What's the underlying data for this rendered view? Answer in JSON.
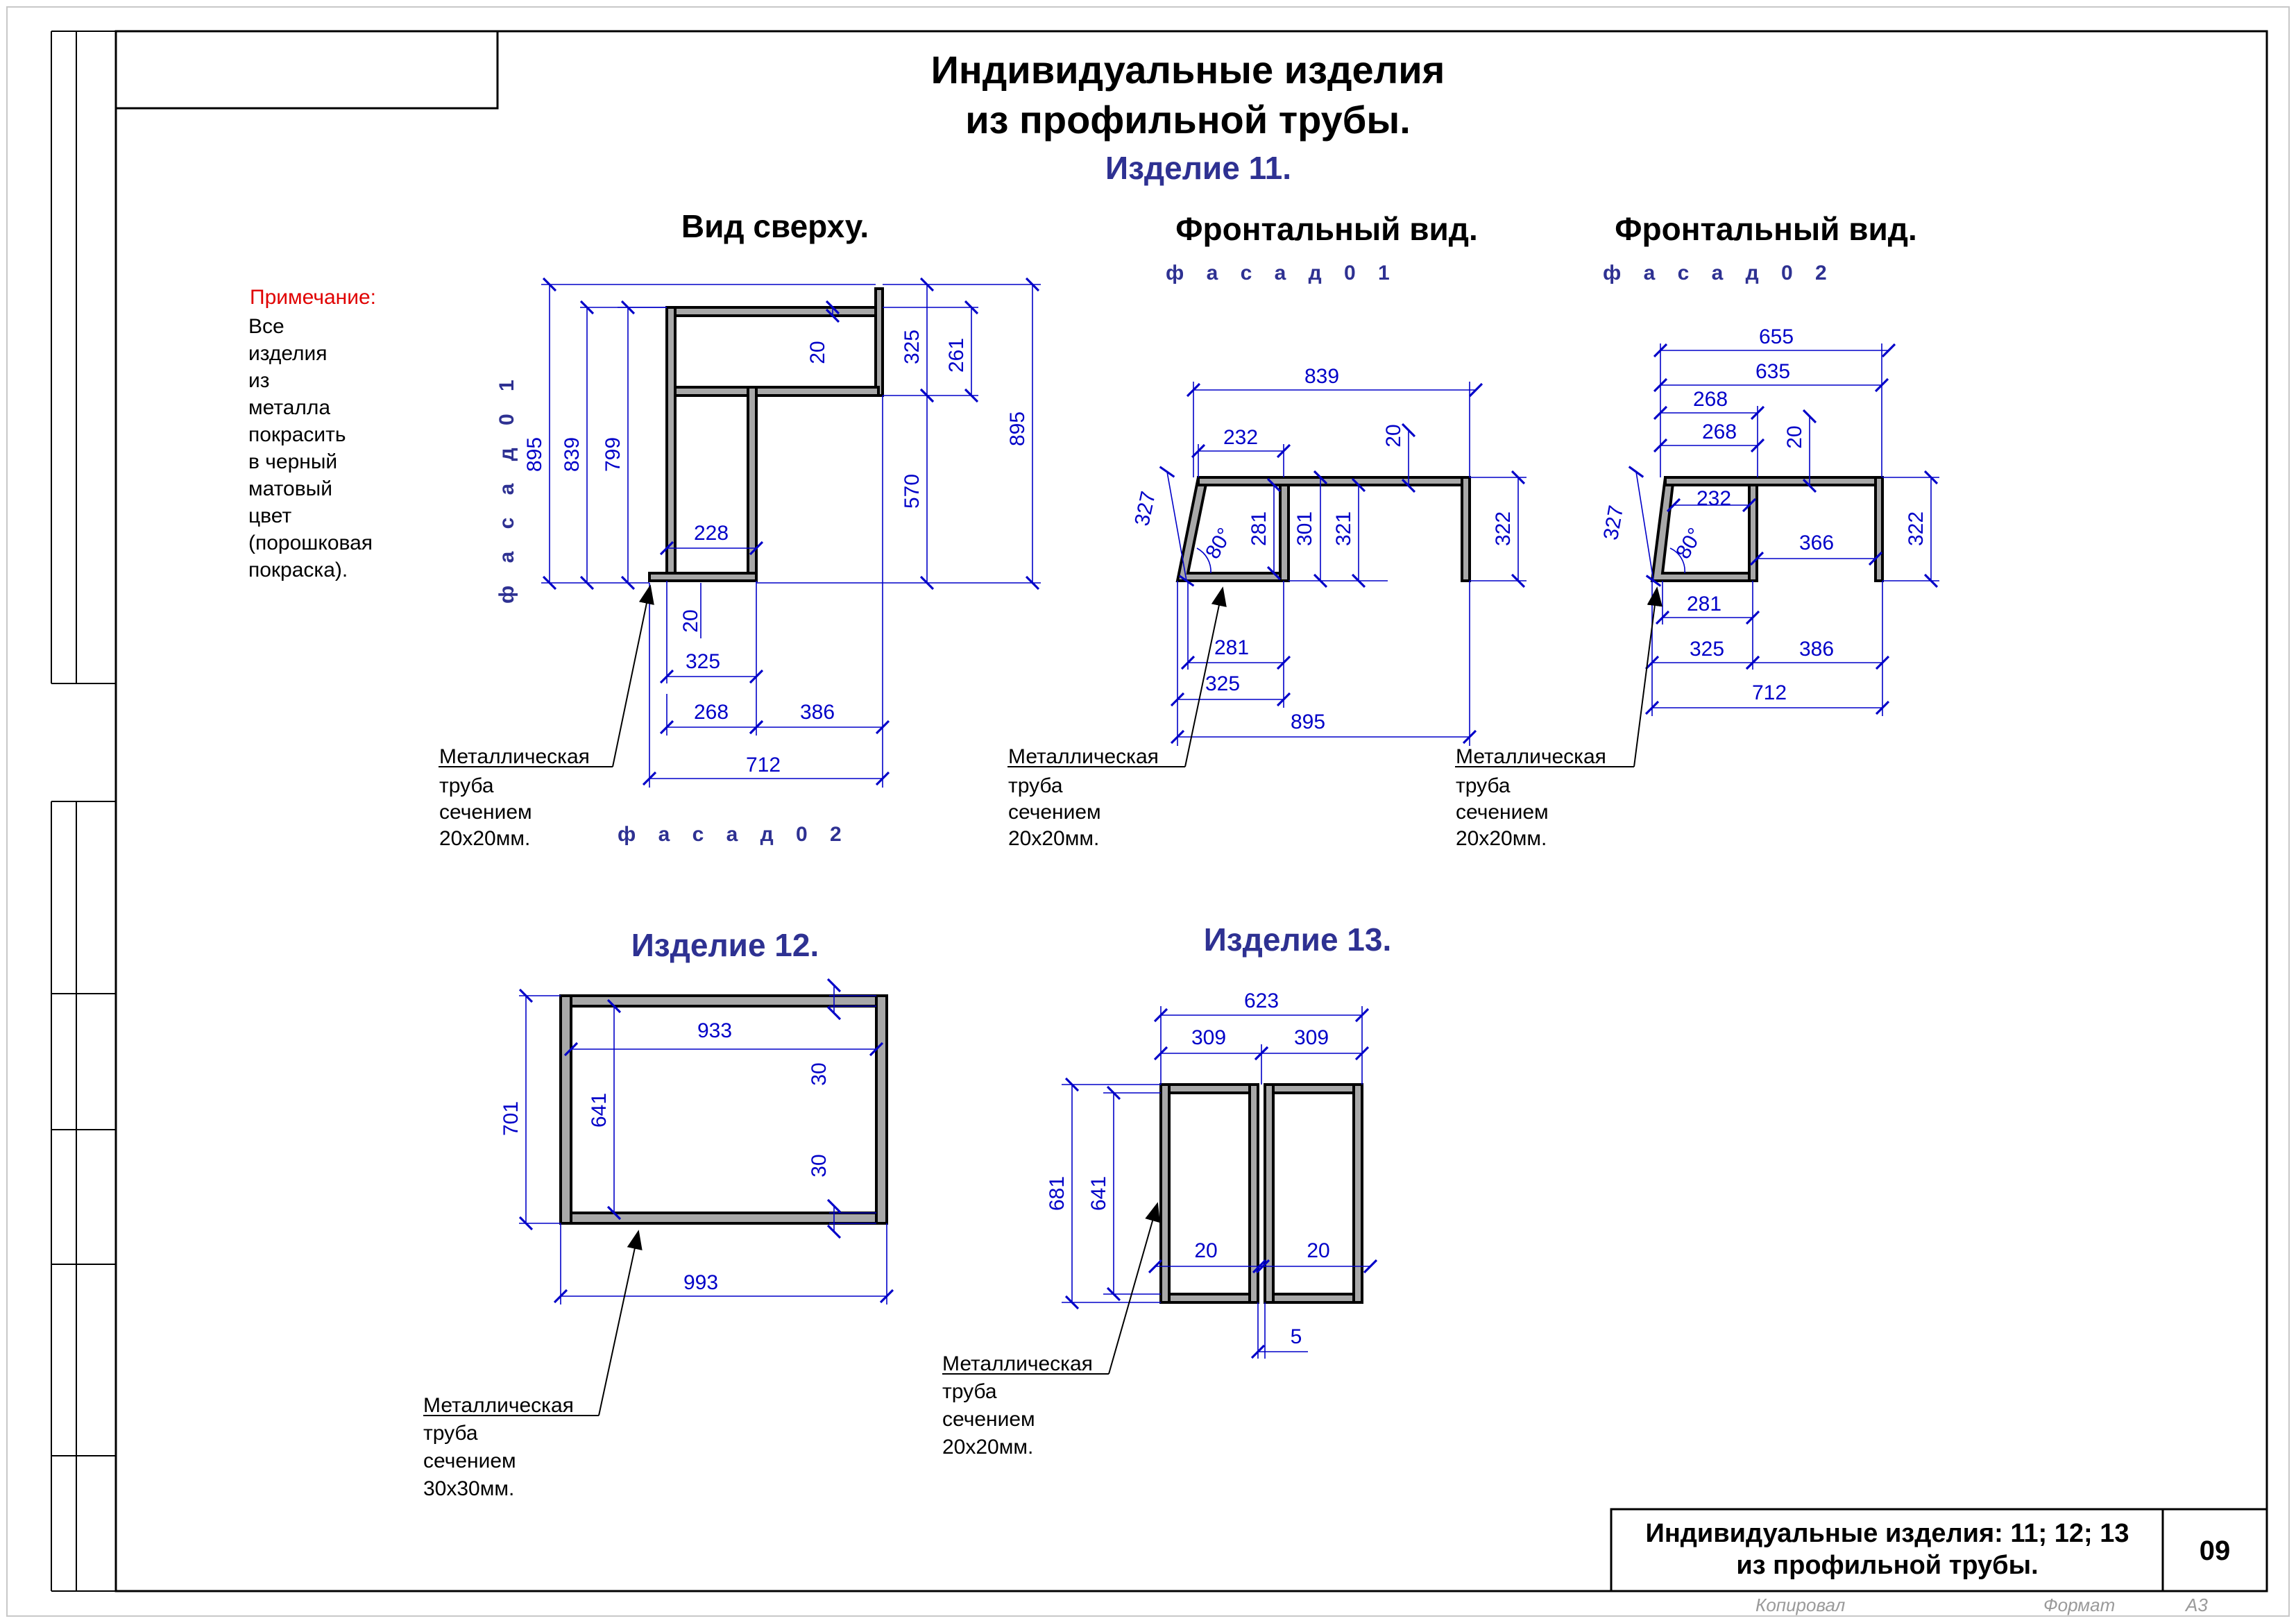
{
  "sheet": {
    "title_line1": "Индивидуальные изделия",
    "title_line2": "из профильной трубы.",
    "stamp_line1": "Индивидуальные изделия: 11; 12; 13",
    "stamp_line2": "из профильной трубы.",
    "sheet_number": "09",
    "copied_label": "Копировал",
    "format_label": "Формат",
    "format_value": "A3"
  },
  "note": {
    "heading": "Примечание:",
    "lines": [
      "Все",
      "изделия",
      "из",
      "металла",
      "покрасить",
      "в черный",
      "матовый",
      "цвет",
      "(порошковая",
      "покраска)."
    ]
  },
  "callouts": {
    "pipe20": [
      "Металлическая",
      "труба",
      "сечением",
      "20х20мм."
    ],
    "pipe30": [
      "Металлическая",
      "труба",
      "сечением",
      "30х30мм."
    ]
  },
  "facades": {
    "f01": "ф а с а д   0 1",
    "f02": "ф а с а д   0 2"
  },
  "item11": {
    "heading": "Изделие 11.",
    "view_top": "Вид сверху.",
    "view_front1": "Фронтальный вид.",
    "view_front2": "Фронтальный вид.",
    "top_dims": [
      "895",
      "839",
      "799",
      "20",
      "325",
      "261",
      "895",
      "570",
      "228",
      "20",
      "325",
      "268",
      "386",
      "712"
    ],
    "front1_dims": [
      "839",
      "232",
      "20",
      "327",
      "80°",
      "281",
      "301",
      "321",
      "322",
      "281",
      "325",
      "895"
    ],
    "front2_dims": [
      "655",
      "635",
      "268",
      "268",
      "20",
      "327",
      "232",
      "80°",
      "366",
      "322",
      "281",
      "325",
      "386",
      "712"
    ]
  },
  "item12": {
    "heading": "Изделие 12.",
    "dims": [
      "933",
      "701",
      "641",
      "30",
      "30",
      "993"
    ]
  },
  "item13": {
    "heading": "Изделие 13.",
    "dims": [
      "623",
      "309",
      "309",
      "681",
      "641",
      "20",
      "20",
      "5"
    ]
  }
}
